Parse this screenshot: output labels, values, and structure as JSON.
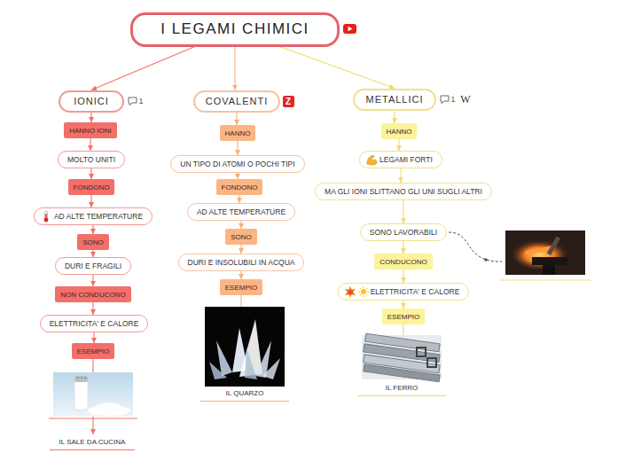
{
  "diagram": {
    "nodes": [
      {
        "text": [
          "I LEGAMI CHIMICI"
        ]
      },
      {
        "text": [
          "IONICI"
        ]
      },
      {
        "text": [
          "COVALENTI"
        ]
      },
      {
        "text": [
          "METALLICI"
        ]
      },
      {
        "text": [
          "HANNO IONI"
        ]
      },
      {
        "text": [
          "MOLTO UNITI"
        ]
      },
      {
        "text": [
          "FONDONO"
        ]
      },
      {
        "text": [
          "AD ALTE TEMPERATURE"
        ]
      },
      {
        "text": [
          "SONO"
        ]
      },
      {
        "text": [
          "DURI E FRAGILI"
        ]
      },
      {
        "text": [
          "NON CONDUCONO"
        ]
      },
      {
        "text": [
          "ELETTRICITA' E CALORE"
        ]
      },
      {
        "text": [
          "ESEMPIO"
        ]
      },
      {
        "text": [
          "IL SALE DA CUCINA"
        ]
      },
      {
        "text": [
          "HANNO"
        ]
      },
      {
        "text": [
          "UN TIPO DI ATOMI O POCHI TIPI"
        ]
      },
      {
        "text": [
          "FONDONO"
        ]
      },
      {
        "text": [
          "AD ALTE TEMPERATURE"
        ]
      },
      {
        "text": [
          "SONO"
        ]
      },
      {
        "text": [
          "DURI E INSOLUBILI IN ACQUA"
        ]
      },
      {
        "text": [
          "ESEMPIO"
        ]
      },
      {
        "text": [
          "IL QUARZO"
        ]
      },
      {
        "text": [
          "HANNO"
        ]
      },
      {
        "text": [
          "LEGAMI FORTI"
        ]
      },
      {
        "text": [
          "MA GLI IONI SLITTANO GLI UNI SUGLI ALTRI"
        ]
      },
      {
        "text": [
          "SONO LAVORABILI"
        ]
      },
      {
        "text": [
          "CONDUCONO"
        ]
      },
      {
        "text": [
          "ELETTRICITA' E CALORE"
        ]
      },
      {
        "text": [
          "ESEMPIO"
        ]
      },
      {
        "text": [
          "IL FERRO"
        ]
      }
    ],
    "edges": [
      {
        "from": 0,
        "to": 1,
        "arrow": "to"
      },
      {
        "from": 0,
        "to": 2,
        "arrow": "to"
      },
      {
        "from": 0,
        "to": 3,
        "arrow": "to"
      },
      {
        "from": 1,
        "to": 4,
        "arrow": "to"
      },
      {
        "from": 4,
        "to": 5,
        "arrow": "to"
      },
      {
        "from": 5,
        "to": 6,
        "arrow": "to"
      },
      {
        "from": 6,
        "to": 7,
        "arrow": "to"
      },
      {
        "from": 7,
        "to": 8,
        "arrow": "to"
      },
      {
        "from": 8,
        "to": 9,
        "arrow": "to"
      },
      {
        "from": 9,
        "to": 10,
        "arrow": "to"
      },
      {
        "from": 10,
        "to": 11,
        "arrow": "to"
      },
      {
        "from": 11,
        "to": 12,
        "arrow": "to"
      },
      {
        "from": 12,
        "to": 13,
        "arrow": "to"
      },
      {
        "from": 2,
        "to": 14,
        "arrow": "to"
      },
      {
        "from": 14,
        "to": 15,
        "arrow": "to"
      },
      {
        "from": 15,
        "to": 16,
        "arrow": "to"
      },
      {
        "from": 16,
        "to": 17,
        "arrow": "to"
      },
      {
        "from": 17,
        "to": 18,
        "arrow": "to"
      },
      {
        "from": 18,
        "to": 19,
        "arrow": "to"
      },
      {
        "from": 19,
        "to": 20,
        "arrow": "to"
      },
      {
        "from": 20,
        "to": 21,
        "arrow": "to"
      },
      {
        "from": 3,
        "to": 22,
        "arrow": "to"
      },
      {
        "from": 22,
        "to": 23,
        "arrow": "to"
      },
      {
        "from": 23,
        "to": 24,
        "arrow": "to"
      },
      {
        "from": 24,
        "to": 25,
        "arrow": "to"
      },
      {
        "from": 25,
        "to": 26,
        "arrow": "to"
      },
      {
        "from": 26,
        "to": 27,
        "arrow": "to"
      },
      {
        "from": 27,
        "to": 28,
        "arrow": "to"
      },
      {
        "from": 28,
        "to": 29,
        "arrow": "to"
      }
    ],
    "labels": [
      "1",
      "1",
      "W",
      "Z"
    ]
  }
}
